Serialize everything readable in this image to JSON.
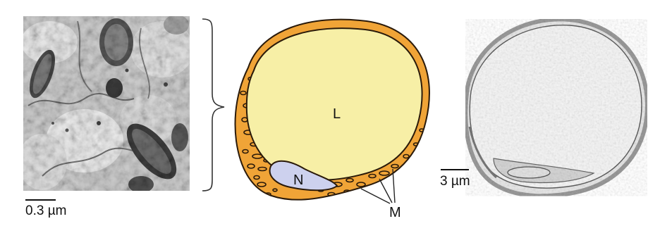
{
  "micrograph_left": {
    "scale_bar_label": "0.3 µm"
  },
  "diagram": {
    "label_lipid": "L",
    "label_nucleus": "N",
    "label_mitochondria": "M",
    "colors": {
      "lipid": "#f7efa6",
      "cytoplasm": "#f0a437",
      "nucleus": "#cdd1ee",
      "outline": "#2a1a0a"
    }
  },
  "micrograph_right": {
    "scale_bar_label": "3 µm"
  }
}
